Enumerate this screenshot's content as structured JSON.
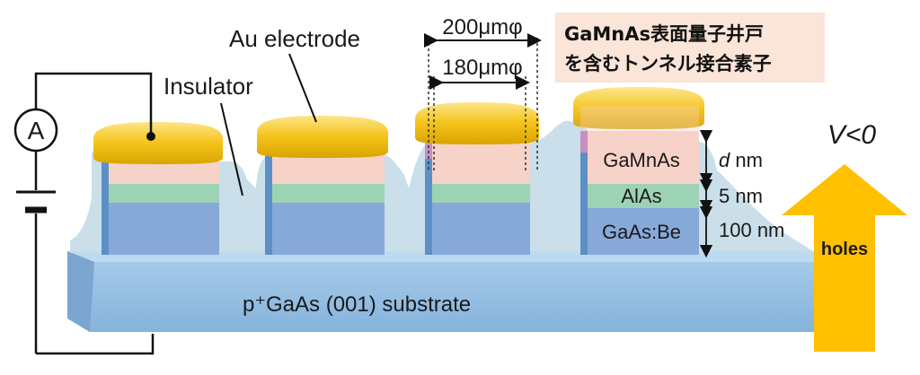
{
  "labels": {
    "au_electrode": "Au electrode",
    "insulator": "Insulator",
    "substrate": "p⁺GaAs (001) substrate",
    "dim_outer": "200μmφ",
    "dim_inner": "180μmφ",
    "layer_gamnas": "GaMnAs",
    "layer_alas": "AlAs",
    "layer_gaas_be": "GaAs:Be",
    "thick_gamnas_var": "d",
    "thick_gamnas_unit": " nm",
    "thick_alas": "5 nm",
    "thick_gaas_be": "100 nm",
    "voltage": "V<0",
    "holes": "holes",
    "ammeter": "A",
    "caption_line1": "GaMnAs表面量子井戸",
    "caption_line2": "を含むトンネル接合素子"
  },
  "colors": {
    "substrate": "#9cc3e3",
    "insulator": "#c4dbe8",
    "gold": "#f3c21a",
    "gamnas": "#f6d2c8",
    "alas": "#9dd3b5",
    "gaas_be": "#86a9d9",
    "arrow": "#ffc000",
    "caption_bg": "#fbe4d8"
  }
}
